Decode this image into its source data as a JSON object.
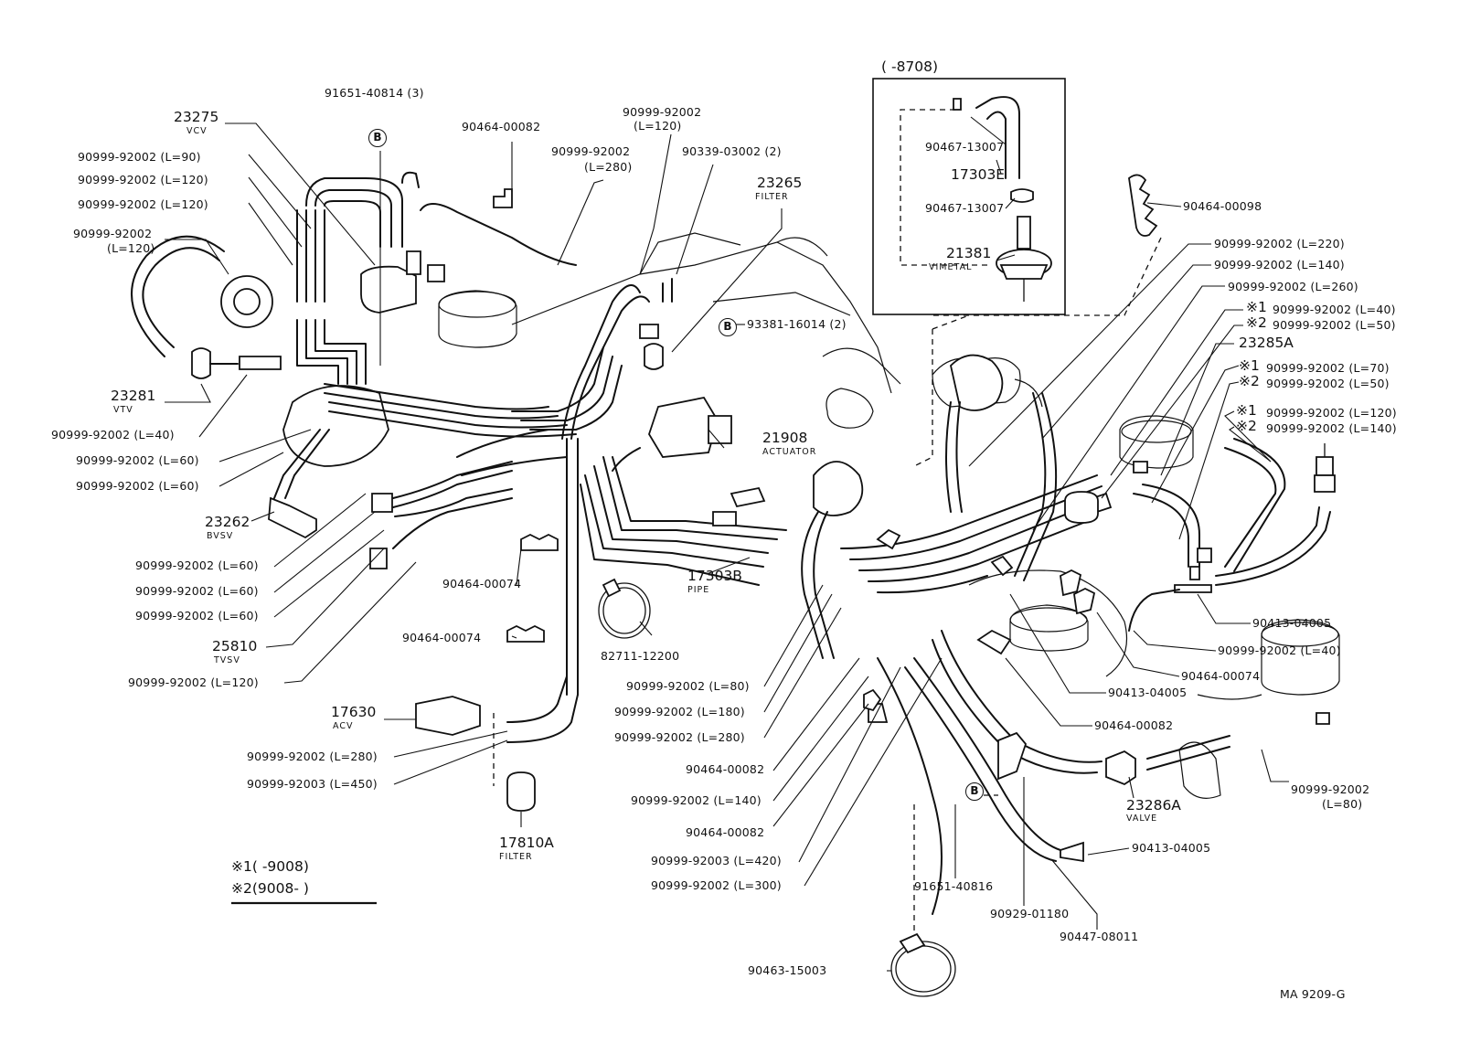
{
  "diagram_code": "MA 9209-G",
  "inset_title": "(      -8708)",
  "legend": {
    "note1": "※1(      -9008)",
    "note2": "※2(9008-        )"
  },
  "badge_letter": "B",
  "callouts": {
    "c91651_40814": "91651-40814 (3)",
    "c23275": "23275",
    "c23275_sub": "VCV",
    "l_90": "90999-92002 (L=90)",
    "l_120a": "90999-92002 (L=120)",
    "l_120b": "90999-92002 (L=120)",
    "l_120c_1": "90999-92002",
    "l_120c_2": "(L=120)",
    "c90464_00082_top": "90464-00082",
    "l_top120_1": "90999-92002",
    "l_top120_2": "(L=120)",
    "l_280top_1": "90999-92002",
    "l_280top_2": "(L=280)",
    "c90339": "90339-03002 (2)",
    "c23265": "23265",
    "c23265_sub": "FILTER",
    "c93381": "93381-16014 (2)",
    "c23281": "23281",
    "c23281_sub": "VTV",
    "l_40a": "90999-92002 (L=40)",
    "l_60a": "90999-92002 (L=60)",
    "l_60b": "90999-92002 (L=60)",
    "c23262": "23262",
    "c23262_sub": "BVSV",
    "l_60c": "90999-92002 (L=60)",
    "l_60d": "90999-92002 (L=60)",
    "l_60e": "90999-92002 (L=60)",
    "c25810": "25810",
    "c25810_sub": "TVSV",
    "l_120d": "90999-92002 (L=120)",
    "c90464_00074a": "90464-00074",
    "c90464_00074b": "90464-00074",
    "c21908": "21908",
    "c21908_sub": "ACTUATOR",
    "c17303b": "17303B",
    "c17303b_sub": "PIPE",
    "c82711": "82711-12200",
    "c17630": "17630",
    "c17630_sub": "ACV",
    "l_280a": "90999-92002 (L=280)",
    "l_450": "90999-92003 (L=450)",
    "c17810a": "17810A",
    "c17810a_sub": "FILTER",
    "l_80a": "90999-92002 (L=80)",
    "l_180": "90999-92002 (L=180)",
    "l_280b": "90999-92002 (L=280)",
    "c90464_00082_m": "90464-00082",
    "l_140a": "90999-92002 (L=140)",
    "c90464_00082_n": "90464-00082",
    "l_420": "90999-92003 (L=420)",
    "l_300": "90999-92002 (L=300)",
    "c90467_a": "90467-13007",
    "c17303e": "17303E",
    "c90467_b": "90467-13007",
    "c21381": "21381",
    "c21381_sub": "VIMETAL",
    "c90464_00098": "90464-00098",
    "l_220": "90999-92002 (L=220)",
    "l_140b": "90999-92002 (L=140)",
    "l_260": "90999-92002 (L=260)",
    "m1": "※1",
    "m2": "※2",
    "l_40b": "90999-92002 (L=40)",
    "l_50a": "90999-92002 (L=50)",
    "c23285a": "23285A",
    "l_70": "90999-92002 (L=70)",
    "l_50b": "90999-92002 (L=50)",
    "l_120e": "90999-92002 (L=120)",
    "l_140c": "90999-92002 (L=140)",
    "c90413_a": "90413-04005",
    "l_40c": "90999-92002 (L=40)",
    "c90464_00074c": "90464-00074",
    "c90413_b": "90413-04005",
    "c90464_00082_r": "90464-00082",
    "l_80b_1": "90999-92002",
    "l_80b_2": "(L=80)",
    "c23286a": "23286A",
    "c23286a_sub": "VALVE",
    "c90413_c": "90413-04005",
    "c91651_40816": "91651-40816",
    "c90929": "90929-01180",
    "c90447": "90447-08011",
    "c90463": "90463-15003"
  }
}
